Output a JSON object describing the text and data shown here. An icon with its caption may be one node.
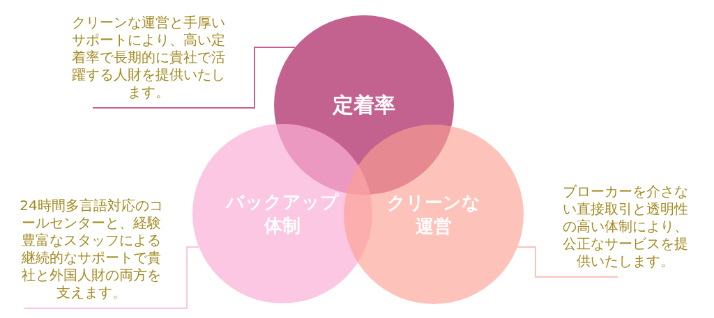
{
  "diagram": {
    "nodes": [
      {
        "text": [
          "クリーンな運営と手厚いサポートにより、高い定着率で長期的に貴社で活躍する人財を提供いたします。"
        ]
      },
      {
        "text": [
          "定着率"
        ]
      },
      {
        "text": [
          "バックアップ体制"
        ]
      },
      {
        "text": [
          "クリーンな運営"
        ]
      },
      {
        "text": [
          "24時間多言語対応のコールセンターと、経験豊富なスタッフによる継続的なサポートで貴社と外国人財の両方を支えます。"
        ]
      },
      {
        "text": [
          "ブローカーを介さない直接取引と透明性の高い体制により、公正なサービスを提供いたします。"
        ]
      }
    ],
    "edges": [
      {
        "from": 0,
        "to": 1,
        "arrow": "none",
        "color": "#c4628f"
      },
      {
        "from": 4,
        "to": 2,
        "arrow": "none",
        "color": "#fbc4e0"
      },
      {
        "from": 5,
        "to": 3,
        "arrow": "none",
        "color": "#f9c2bd"
      }
    ]
  }
}
